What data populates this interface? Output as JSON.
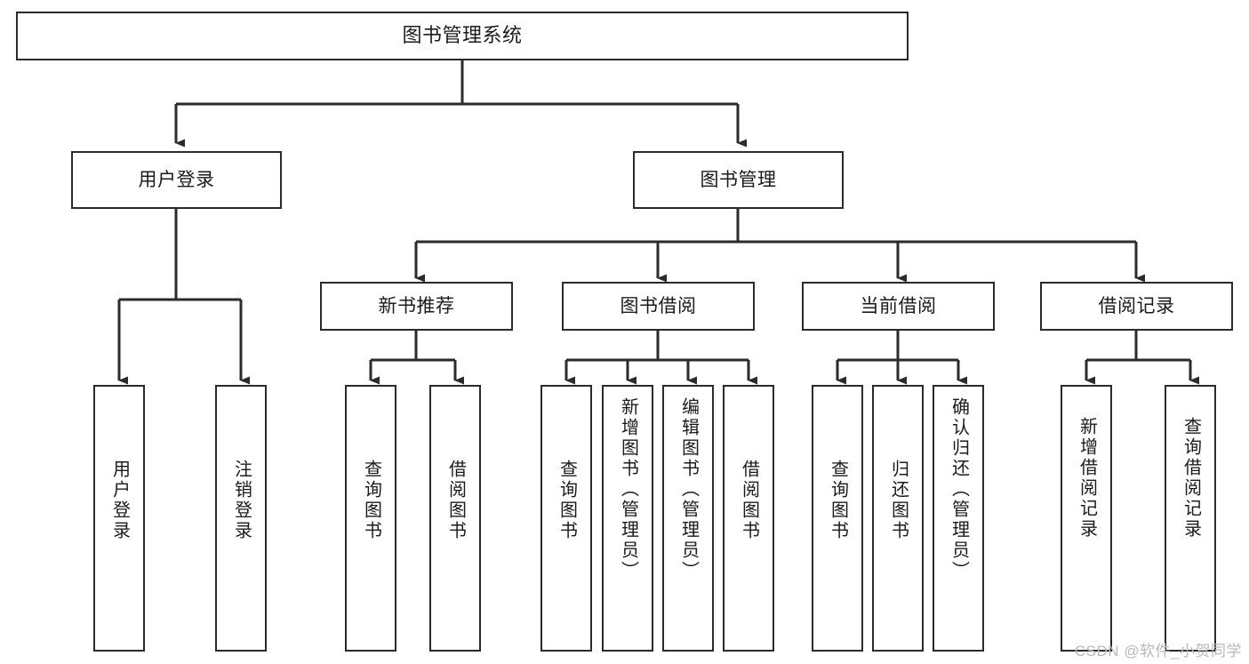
{
  "diagram": {
    "title": "图书管理系统",
    "type": "hierarchy-tree",
    "orientation": "top-down",
    "background_color": "#ffffff",
    "stroke_color": "#2b2b2b",
    "text_color": "#1b1b1b",
    "levels": 4,
    "nodes": {
      "root": {
        "label": "图书管理系统"
      },
      "level2": [
        {
          "id": "user-login",
          "label": "用户登录"
        },
        {
          "id": "book-manage",
          "label": "图书管理"
        }
      ],
      "level3": [
        {
          "id": "new-book-rec",
          "label": "新书推荐"
        },
        {
          "id": "book-borrow",
          "label": "图书借阅"
        },
        {
          "id": "current-borrow",
          "label": "当前借阅"
        },
        {
          "id": "borrow-record",
          "label": "借阅记录"
        }
      ],
      "leaves": {
        "user_login": [
          {
            "id": "leaf-user-login",
            "label": "用户登录"
          },
          {
            "id": "leaf-logout-login",
            "label": "注销登录"
          }
        ],
        "new_book_rec": [
          {
            "id": "leaf-query-book-1",
            "label": "查询图书"
          },
          {
            "id": "leaf-borrow-book-1",
            "label": "借阅图书"
          }
        ],
        "book_borrow": [
          {
            "id": "leaf-query-book-2",
            "label": "查询图书"
          },
          {
            "id": "leaf-add-book",
            "label": "新增图书（管理员）"
          },
          {
            "id": "leaf-edit-book",
            "label": "编辑图书（管理员）"
          },
          {
            "id": "leaf-borrow-book-2",
            "label": "借阅图书"
          }
        ],
        "current_borrow": [
          {
            "id": "leaf-query-book-3",
            "label": "查询图书"
          },
          {
            "id": "leaf-return-book",
            "label": "归还图书"
          },
          {
            "id": "leaf-confirm-return",
            "label": "确认归还（管理员）"
          }
        ],
        "borrow_record": [
          {
            "id": "leaf-add-record",
            "label": "新增借阅记录"
          },
          {
            "id": "leaf-query-record",
            "label": "查询借阅记录"
          }
        ]
      }
    }
  },
  "watermark": {
    "text": "CSDN @软件_小贺同学"
  }
}
